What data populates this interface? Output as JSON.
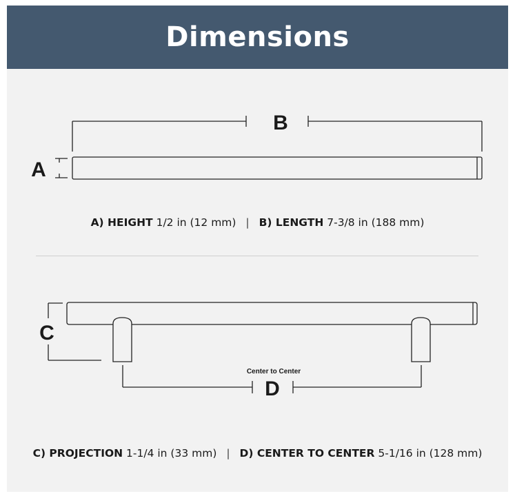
{
  "header": {
    "title": "Dimensions"
  },
  "top_diagram": {
    "label_a": "A",
    "label_b": "B"
  },
  "specs_row1": {
    "a_label": "A) HEIGHT",
    "a_value": "1/2 in (12 mm)",
    "separator": "|",
    "b_label": "B) LENGTH",
    "b_value": "7-3/8 in (188 mm)"
  },
  "bottom_diagram": {
    "label_c": "C",
    "label_d": "D",
    "center_note": "Center to Center"
  },
  "specs_row2": {
    "c_label": "C) PROJECTION",
    "c_value": "1-1/4 in (33 mm)",
    "separator": "|",
    "d_label": "D) CENTER TO CENTER",
    "d_value": "5-1/16 in (128 mm)"
  },
  "colors": {
    "header_bg": "#44596f",
    "panel_bg": "#f2f2f2",
    "line": "#222222"
  }
}
